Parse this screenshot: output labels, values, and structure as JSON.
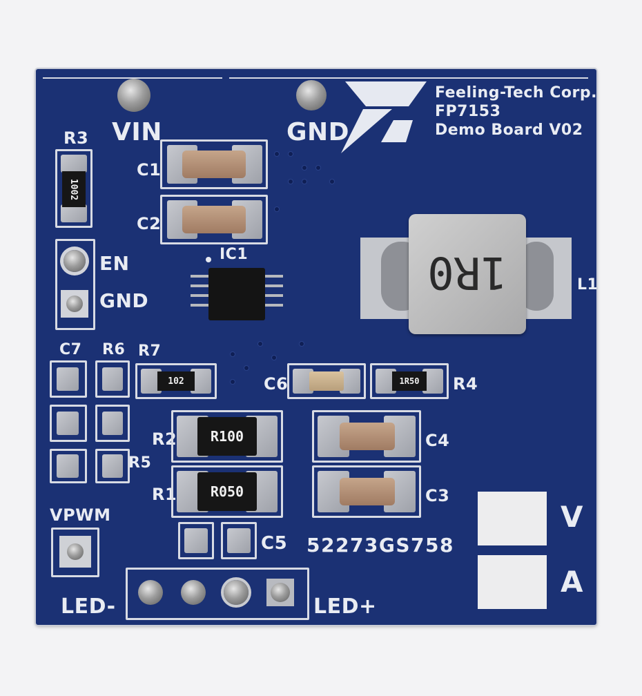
{
  "board": {
    "brand": "Feeling-Tech Corp.",
    "model": "FP7153",
    "revision": "Demo Board V02",
    "serial": "52273GS758"
  },
  "labels": {
    "vin": "VIN",
    "gnd_top": "GND",
    "en": "EN",
    "gnd_mid": "GND",
    "vpwm": "VPWM",
    "led_minus": "LED-",
    "led_plus": "LED+",
    "v": "V",
    "a": "A"
  },
  "refdes": {
    "r3": "R3",
    "c1": "C1",
    "c2": "C2",
    "ic1": "IC1",
    "l1": "L1",
    "c7": "C7",
    "r6": "R6",
    "r7": "R7",
    "c6": "C6",
    "r4": "R4",
    "r2": "R2",
    "c4": "C4",
    "r5": "R5",
    "r1": "R1",
    "c3": "C3",
    "c5": "C5"
  },
  "markings": {
    "r3": "1002",
    "r7": "102",
    "r4": "1R50",
    "r2": "R100",
    "r1": "R050",
    "l1": "1R0"
  },
  "colors": {
    "pcb": "#1b3174",
    "silkscreen": "#e9ecf3"
  }
}
